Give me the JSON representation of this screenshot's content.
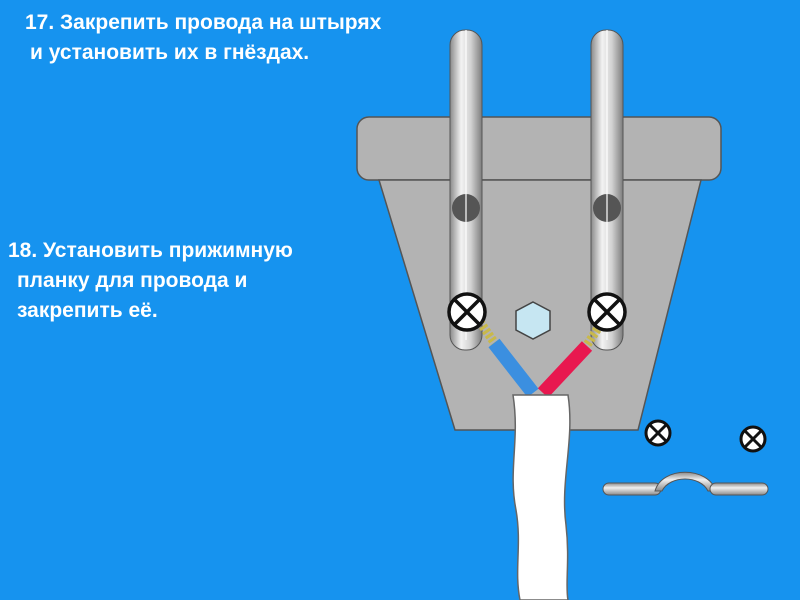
{
  "step17": {
    "line1": "17. Закрепить провода на штырях",
    "line2": "и установить их в гнёздах."
  },
  "step18": {
    "line1": "18. Установить прижимную",
    "line2": "планку для провода и",
    "line3": "закрепить её."
  },
  "colors": {
    "background": "#1693ef",
    "plug_body": "#b3b3b3",
    "pin": "#c8c8c8",
    "cable": "#ffffff",
    "wire_left": "#3b8fe0",
    "wire_right": "#e8184f",
    "wire_core": "#c9b94a",
    "nut": "#c6e6f2"
  }
}
